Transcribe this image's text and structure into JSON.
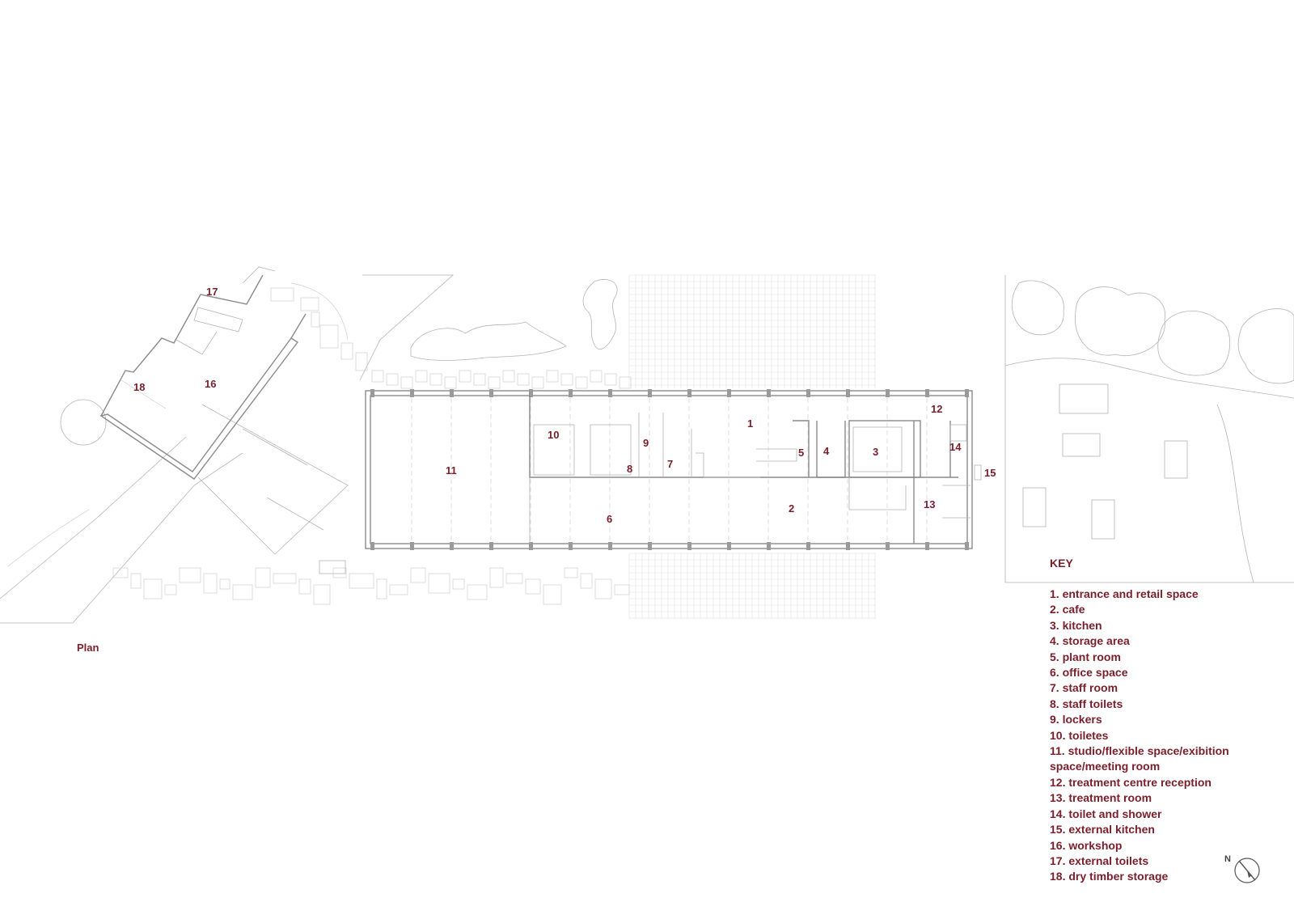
{
  "colors": {
    "accent": "#7a1f2a",
    "linework": "#8a8a8a"
  },
  "plan_label": "Plan",
  "rooms": [
    {
      "number": "1"
    },
    {
      "number": "2"
    },
    {
      "number": "3"
    },
    {
      "number": "4"
    },
    {
      "number": "5"
    },
    {
      "number": "6"
    },
    {
      "number": "7"
    },
    {
      "number": "8"
    },
    {
      "number": "9"
    },
    {
      "number": "10"
    },
    {
      "number": "11"
    },
    {
      "number": "12"
    },
    {
      "number": "13"
    },
    {
      "number": "14"
    },
    {
      "number": "15"
    },
    {
      "number": "16"
    },
    {
      "number": "17"
    },
    {
      "number": "18"
    }
  ],
  "key": {
    "title": "KEY",
    "items": [
      "1.   entrance and retail space",
      "2.   cafe",
      "3.   kitchen",
      "4.   storage area",
      "5.   plant room",
      "6.   office space",
      "7.   staff room",
      "8.   staff toilets",
      "9.   lockers",
      "10. toiletes",
      "11. studio/flexible space/exibition space/meeting room",
      "12. treatment centre reception",
      "13. treatment room",
      "14. toilet and shower",
      "15. external kitchen",
      "16. workshop",
      "17. external toilets",
      "18. dry timber storage"
    ]
  },
  "compass": {
    "label": "N",
    "icon": "north-arrow-icon"
  }
}
